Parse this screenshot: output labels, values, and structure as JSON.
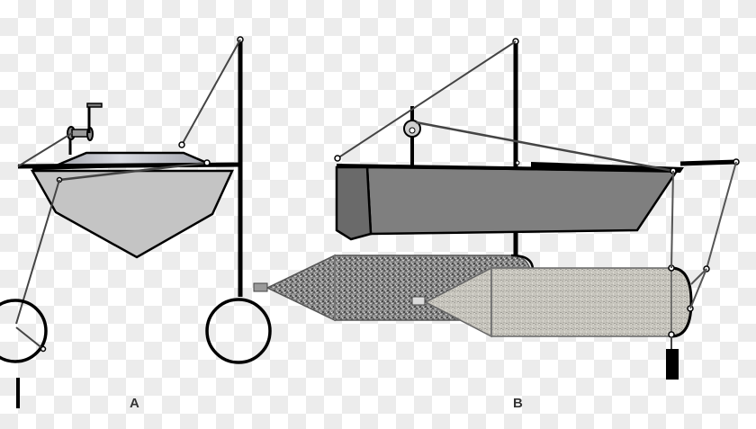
{
  "figure": {
    "panels": [
      {
        "id": "A",
        "label": "A",
        "description": "Small boat with winch, side-mounted vertical pole with ring frame"
      },
      {
        "id": "B",
        "label": "B",
        "description": "Boat with mast and pulley towing two conical-ended cylindrical nets with weight"
      }
    ]
  },
  "colors": {
    "outline": "#000000",
    "hull_a": "#c4c4c4",
    "deck_a": "#a9abb3",
    "hull_b_side": "#7f7f7f",
    "hull_b_bow": "#6a6a6a",
    "net_dark": "#8a8a8a",
    "net_light": "#c9c7c0",
    "rope": "#444444",
    "label": "#333333"
  }
}
